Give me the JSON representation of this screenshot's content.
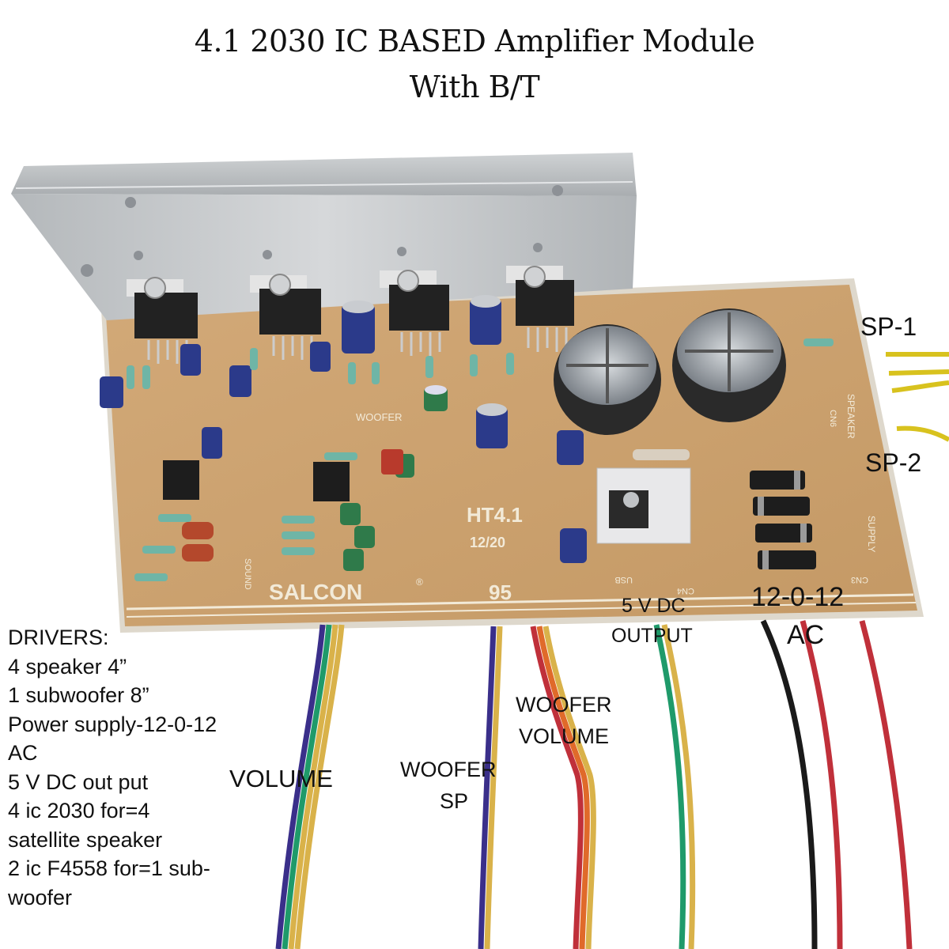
{
  "title": {
    "line1": "4.1 2030 IC BASED Amplifier Module",
    "line2": "With B/T"
  },
  "board": {
    "model": "HT4.1",
    "revision": "12/20",
    "brand": "SALCON",
    "registered_mark": "®",
    "number": "95",
    "silkscreen": {
      "woofer": "WOOFER",
      "speaker": "SPEAKER",
      "supply": "SUPPLY",
      "sound": "SOUND",
      "usb": "USB",
      "cn3": "CN3",
      "cn4": "CN4",
      "cn6": "CN6"
    },
    "ic_count_on_heatsink": 4
  },
  "callouts": {
    "sp1": "SP-1",
    "sp2": "SP-2",
    "dc_output_line1": "5 V DC",
    "dc_output_line2": "OUTPUT",
    "ac_line1": "12-0-12",
    "ac_line2": "AC",
    "woofer_volume_line1": "WOOFER",
    "woofer_volume_line2": "VOLUME",
    "woofer_sp_line1": "WOOFER",
    "woofer_sp_line2": "SP",
    "volume": "VOLUME"
  },
  "drivers": {
    "heading": "DRIVERS:",
    "lines": [
      "4 speaker 4”",
      "1 subwoofer 8”",
      "Power supply-12-0-12",
      "AC",
      "5 V DC out put",
      "4 ic 2030 for=4",
      "satellite speaker",
      "2 ic F4558 for=1 sub-",
      "woofer"
    ]
  },
  "colors": {
    "pcb": "#c9a06e",
    "heatsink": "#b9bcbf",
    "wire_blue": "#3a2f8a",
    "wire_green": "#1f9a6a",
    "wire_yellow": "#d9b24a",
    "wire_red": "#c0303a",
    "wire_orange": "#e06a2a",
    "wire_black": "#1a1a1a"
  }
}
